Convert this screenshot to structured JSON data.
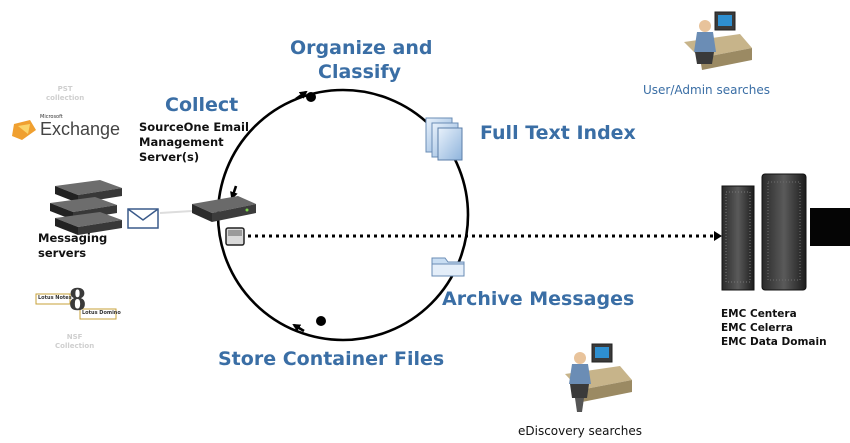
{
  "stages": {
    "organize_line1": "Organize and",
    "organize_line2": "Classify",
    "collect": "Collect",
    "full_text_index": "Full Text Index",
    "archive_messages": "Archive Messages",
    "store_container_files": "Store Container Files"
  },
  "email_server": {
    "line1": "SourceOne Email",
    "line2": "Management",
    "line3": "Server(s)"
  },
  "sources": {
    "pst_line1": "PST",
    "pst_line2": "collection",
    "exchange_small": "Microsoft",
    "exchange": "Exchange",
    "messaging_line1": "Messaging",
    "messaging_line2": "servers",
    "lotus_badge": "Lotus Notes",
    "lotus_badge2": "Lotus Domino",
    "lotus_version": "8",
    "nsf_line1": "NSF",
    "nsf_line2": "Collection"
  },
  "storage": {
    "line1": "EMC Centera",
    "line2": "EMC Celerra",
    "line3": "EMC Data Domain"
  },
  "searches": {
    "user_admin": "User/Admin searches",
    "ediscovery": "eDiscovery searches"
  },
  "colors": {
    "stage_text": "#3a6ea5",
    "circle": "#000000"
  }
}
